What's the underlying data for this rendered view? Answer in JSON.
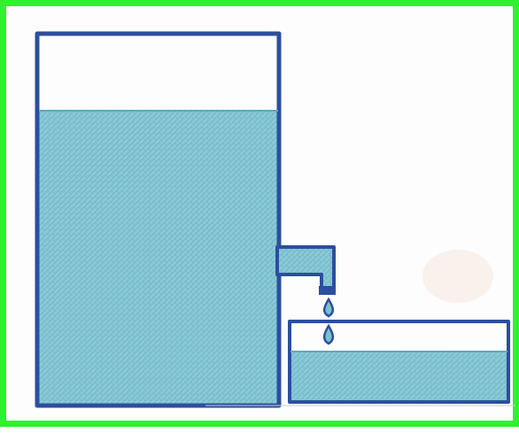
{
  "illustration": {
    "subject": "tank-draining-into-basin",
    "colors": {
      "frame_border": "#2ef22e",
      "outline": "#2b4f9e",
      "water": "#7cc0cf",
      "water_light": "#9fd3de",
      "paper": "#fdfdfd"
    },
    "tank_fill_level": 0.82,
    "basin_fill_level": 0.6,
    "drops_count": 2
  }
}
